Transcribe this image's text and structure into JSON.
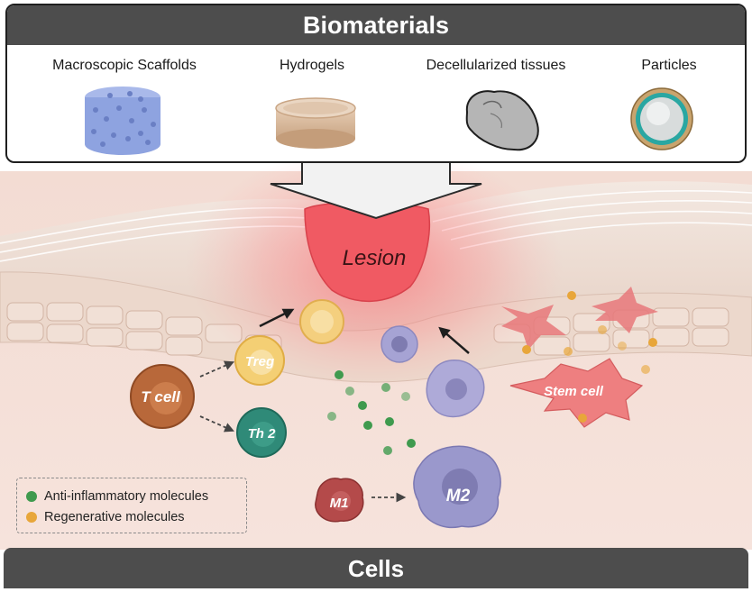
{
  "header": {
    "title": "Biomaterials"
  },
  "biomaterials": [
    {
      "label": "Macroscopic Scaffolds",
      "icon": "scaffold-icon"
    },
    {
      "label": "Hydrogels",
      "icon": "hydrogel-icon"
    },
    {
      "label": "Decellularized tissues",
      "icon": "decellularized-tissue-icon"
    },
    {
      "label": "Particles",
      "icon": "particle-icon"
    }
  ],
  "lesion": {
    "label": "Lesion"
  },
  "cells": {
    "t_cell": "T cell",
    "treg": "Treg",
    "th2": "Th 2",
    "m1": "M1",
    "m2": "M2",
    "stem_cell": "Stem cell"
  },
  "legend": {
    "anti_inflammatory": "Anti-inflammatory molecules",
    "regenerative": "Regenerative molecules"
  },
  "footer": {
    "title": "Cells"
  },
  "colors": {
    "header_bg": "#4d4d4d",
    "lesion": "#f05a63",
    "anti_inflammatory": "#3f9a4e",
    "regenerative": "#e8a63a",
    "t_cell": "#b8683a",
    "treg": "#f2cf70",
    "th2": "#2f8a78",
    "m1": "#b44a4a",
    "m2": "#9a98cc",
    "stem_cell": "#e8787a"
  }
}
